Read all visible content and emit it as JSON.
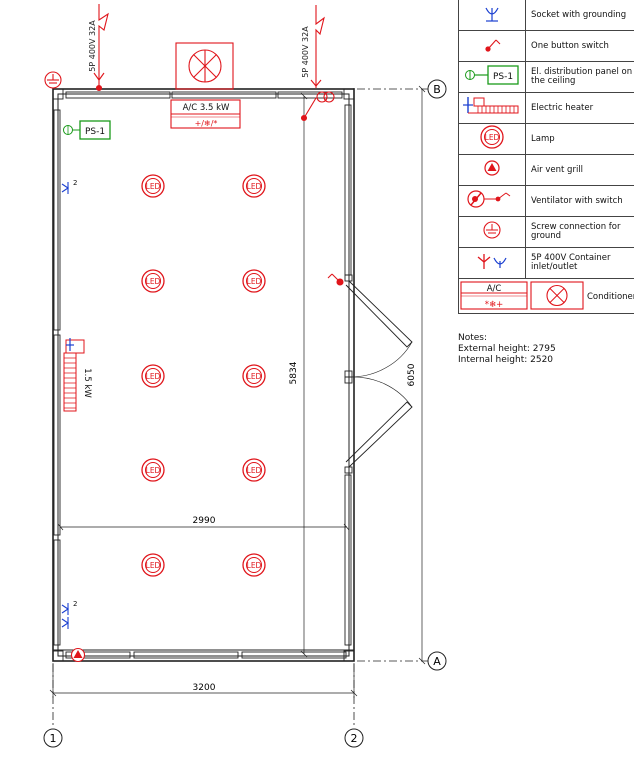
{
  "plan": {
    "circuit_left": "5P 400V 32A",
    "circuit_right": "5P 400V 32A",
    "ac_label": "A/C 3.5 kW",
    "ac_symbol": "+/❄/*",
    "panel_label": "PS-1",
    "lamp_label": "LED",
    "heater_label": "1.5 kW",
    "socket_count_top": "2",
    "socket_count_bottom": "2",
    "dim_inner_width": "2990",
    "dim_outer_width": "3200",
    "dim_inner_length": "5834",
    "dim_outer_length": "6050",
    "axis_a": "A",
    "axis_b": "B",
    "axis_1": "1",
    "axis_2": "2"
  },
  "legend": {
    "rows": [
      {
        "icon": "socket-with-grounding-icon",
        "label": "Socket with grounding"
      },
      {
        "icon": "one-button-switch-icon",
        "label": "One button switch"
      },
      {
        "icon": "distribution-panel-icon",
        "symbol": "PS-1",
        "label": "El. distribution panel on the ceiling"
      },
      {
        "icon": "electric-heater-icon",
        "label": "Electric heater"
      },
      {
        "icon": "lamp-icon",
        "symbol": "LED",
        "label": "Lamp"
      },
      {
        "icon": "air-vent-grill-icon",
        "label": "Air vent grill"
      },
      {
        "icon": "ventilator-with-switch-icon",
        "label": "Ventilator with switch"
      },
      {
        "icon": "screw-ground-connection-icon",
        "label": "Screw connection for ground"
      },
      {
        "icon": "container-inlet-outlet-icon",
        "label": "5P 400V Container inlet/outlet"
      },
      {
        "icon": "conditioner-icon",
        "symbol_top": "A/C",
        "symbol_bottom": "*❄+",
        "label": "Conditioner"
      }
    ]
  },
  "notes": {
    "title": "Notes:",
    "external_height": "External height: 2795",
    "internal_height": "Internal height: 2520"
  },
  "colors": {
    "line": "#222222",
    "electric": "#e0151b",
    "panel": "#1a9a1a"
  }
}
